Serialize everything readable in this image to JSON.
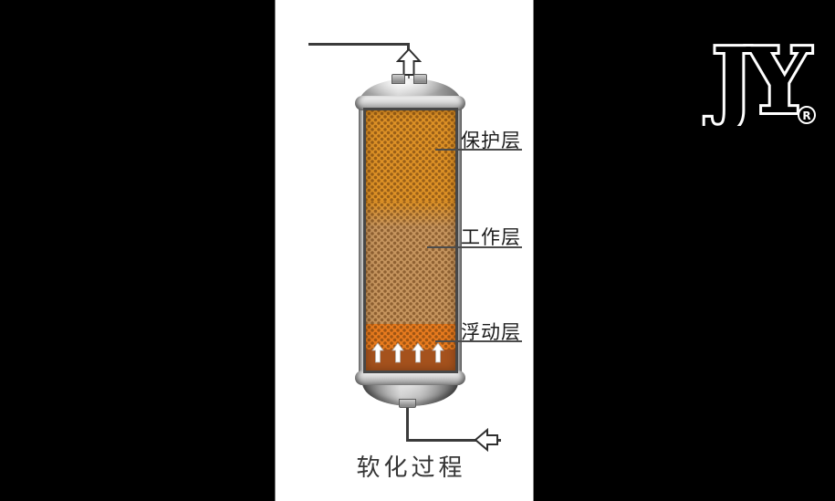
{
  "scene": {
    "background_color": "#000000",
    "panel_color": "#ffffff"
  },
  "logo": {
    "text": "JY",
    "registered_mark": "®",
    "letter_fill": "#000000",
    "letter_outline": "#ffffff",
    "background": "#000000"
  },
  "diagram": {
    "caption": "软化过程",
    "pipe_color": "#3b3b3b",
    "vessel": {
      "layers": [
        {
          "name": "protection-layer",
          "label": "保护层",
          "color": "#DD9126",
          "dot_color": "#8F5F1F"
        },
        {
          "name": "working-layer",
          "label": "工作层",
          "color": "#C6955E",
          "dot_color": "#8A6443"
        },
        {
          "name": "floating-layer",
          "label": "浮动层",
          "color": "#E87B1E",
          "dot_color": "#C25A1D"
        },
        {
          "name": "distribution-zone",
          "color": "#A5521D"
        }
      ]
    },
    "icons": {
      "outlet_arrow": "up-arrow",
      "inlet_arrow": "left-arrow",
      "bed_flow_arrows": "up-arrow x4"
    }
  }
}
